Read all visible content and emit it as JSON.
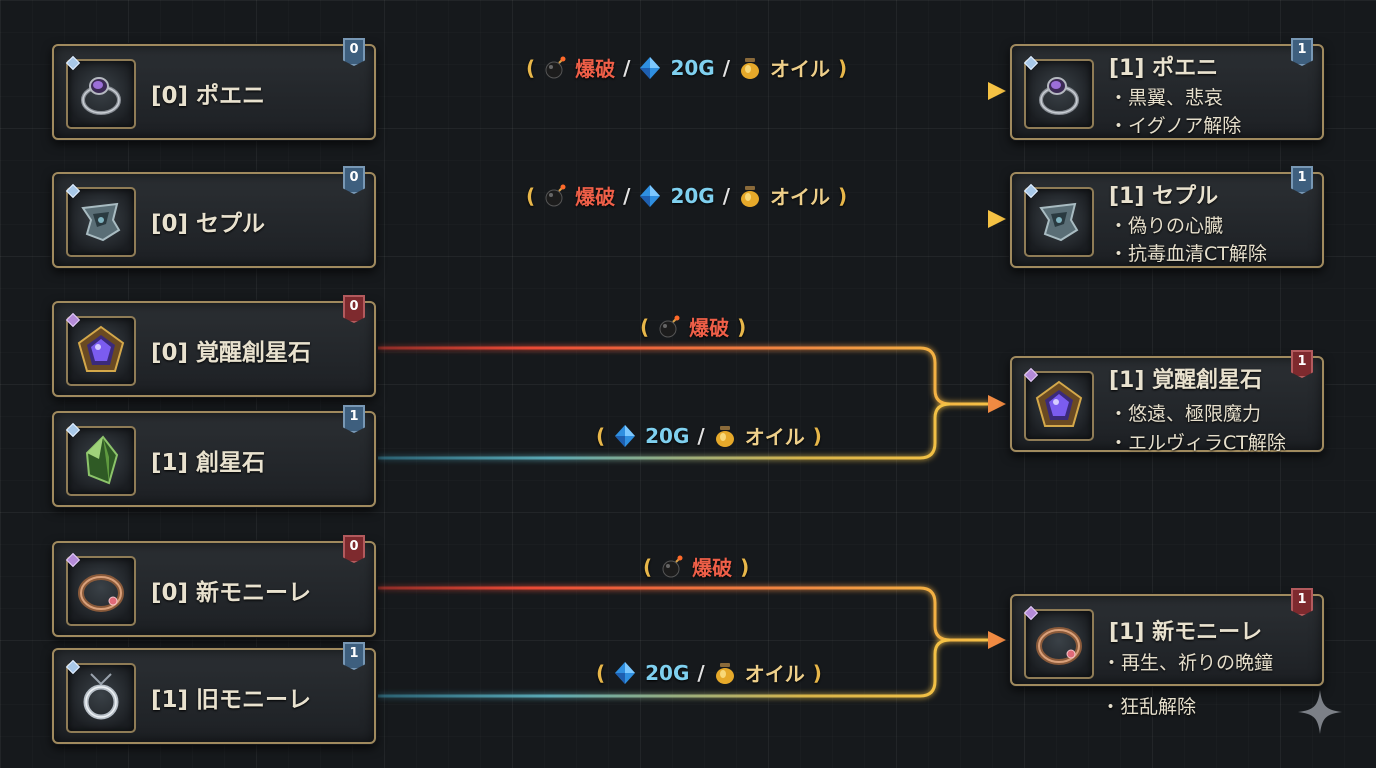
{
  "recipes": [
    {
      "inputs": [
        {
          "title": "[0] ポエニ",
          "badge": "0",
          "icon": "ring-icon"
        }
      ],
      "cost": {
        "blast": "爆破",
        "gold": "20G",
        "oil": "オイル"
      },
      "output": {
        "title": "[1] ポエニ",
        "badge": "1",
        "lines": [
          "・黒翼、悲哀",
          "・イグノア解除"
        ],
        "icon": "ring-icon"
      }
    },
    {
      "inputs": [
        {
          "title": "[0] セプル",
          "badge": "0",
          "icon": "amulet-icon"
        }
      ],
      "cost": {
        "blast": "爆破",
        "gold": "20G",
        "oil": "オイル"
      },
      "output": {
        "title": "[1] セプル",
        "badge": "1",
        "lines": [
          "・偽りの心臓",
          "・抗毒血清CT解除"
        ],
        "icon": "amulet-icon"
      }
    },
    {
      "inputs": [
        {
          "title": "[0] 覚醒創星石",
          "badge": "0",
          "icon": "framed-gem-icon"
        },
        {
          "title": "[1] 創星石",
          "badge": "1",
          "icon": "green-crystal-icon"
        }
      ],
      "costs": [
        {
          "blast": "爆破"
        },
        {
          "gold": "20G",
          "oil": "オイル"
        }
      ],
      "output": {
        "title": "[1] 覚醒創星石",
        "badge": "1",
        "lines": [
          "・悠遠、極限魔力",
          "・エルヴィラCT解除"
        ],
        "icon": "framed-gem-icon"
      }
    },
    {
      "inputs": [
        {
          "title": "[0] 新モニーレ",
          "badge": "0",
          "icon": "bracelet-icon"
        },
        {
          "title": "[1] 旧モニーレ",
          "badge": "1",
          "icon": "necklace-icon"
        }
      ],
      "costs": [
        {
          "blast": "爆破"
        },
        {
          "gold": "20G",
          "oil": "オイル"
        }
      ],
      "output": {
        "title": "[1] 新モニーレ",
        "badge": "1",
        "lines": [
          "・再生、祈りの晩鐘",
          "・狂乱解除"
        ],
        "icon": "bracelet-icon"
      }
    }
  ],
  "colors": {
    "blast": "#ef5f48",
    "path_gold": "#f2b640",
    "path_teal": "#4f9fb5",
    "frame": "#a08a5e",
    "badge_blue": "#3e5f7e",
    "badge_red": "#7e2a2e"
  }
}
